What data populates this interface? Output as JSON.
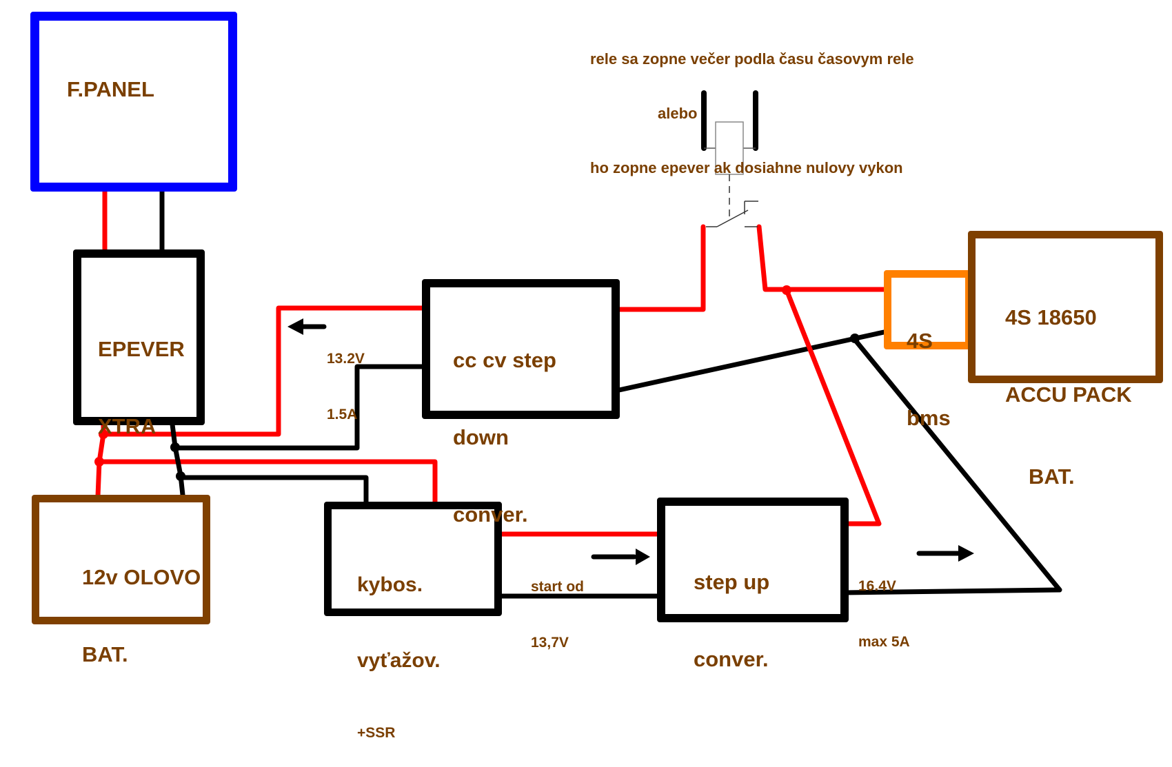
{
  "title": "Solar charging wiring diagram",
  "colors": {
    "text": "#7a3f00",
    "positive_wire": "#ff0000",
    "negative_wire": "#000000",
    "panel_border": "#0000ff",
    "battery_border": "#7f4000",
    "bms_border": "#ff8000"
  },
  "note": {
    "line1": "rele sa zopne večer podla času časovym rele",
    "line2": "alebo",
    "line3": "ho zopne epever ak dosiahne nulovy vykon"
  },
  "blocks": {
    "panel": {
      "label": "F.PANEL"
    },
    "epever": {
      "line1": "EPEVER",
      "line2": "XTRA"
    },
    "stepdown": {
      "line1": "cc cv step",
      "line2": "down",
      "line3": "conver."
    },
    "bms": {
      "line1": "4S",
      "line2": "bms"
    },
    "accu_pack": {
      "line1": "4S 18650",
      "line2": "ACCU PACK",
      "line3": "BAT."
    },
    "lead_battery": {
      "line1": "12v OLOVO",
      "line2": "BAT."
    },
    "load_controller": {
      "line1": "kybos.",
      "line2": "vyťažov.",
      "line3": "+SSR"
    },
    "stepup": {
      "line1": "step up",
      "line2": "conver."
    }
  },
  "annotations": {
    "stepdown_output": {
      "line1": "13.2V",
      "line2": "1.5A"
    },
    "stepup_start": {
      "line1": "start od",
      "line2": "13,7V"
    },
    "stepup_output": {
      "line1": "16.4V",
      "line2": "max 5A"
    }
  }
}
